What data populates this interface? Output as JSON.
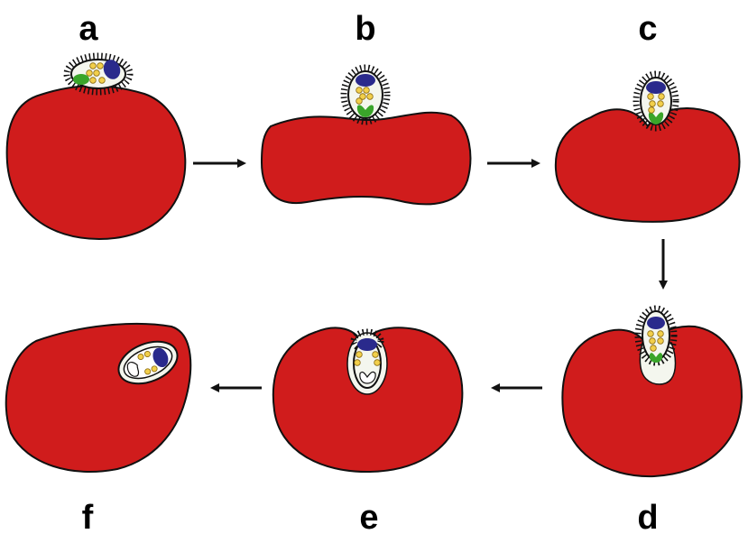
{
  "figure": {
    "panels": [
      {
        "label": "a"
      },
      {
        "label": "b"
      },
      {
        "label": "c"
      },
      {
        "label": "d"
      },
      {
        "label": "e"
      },
      {
        "label": "f"
      }
    ]
  },
  "colors": {
    "erythrocyte": "#d01c1c",
    "parasite_body": "#f4f6ee",
    "nucleus": "#2a2a8c",
    "granule": "#f2cf4a",
    "apicoplast": "#3aa52a",
    "outline": "#111111",
    "arrow": "#111111"
  },
  "icons": [
    "cell-shape",
    "parasite-merozoite",
    "process-arrow"
  ]
}
